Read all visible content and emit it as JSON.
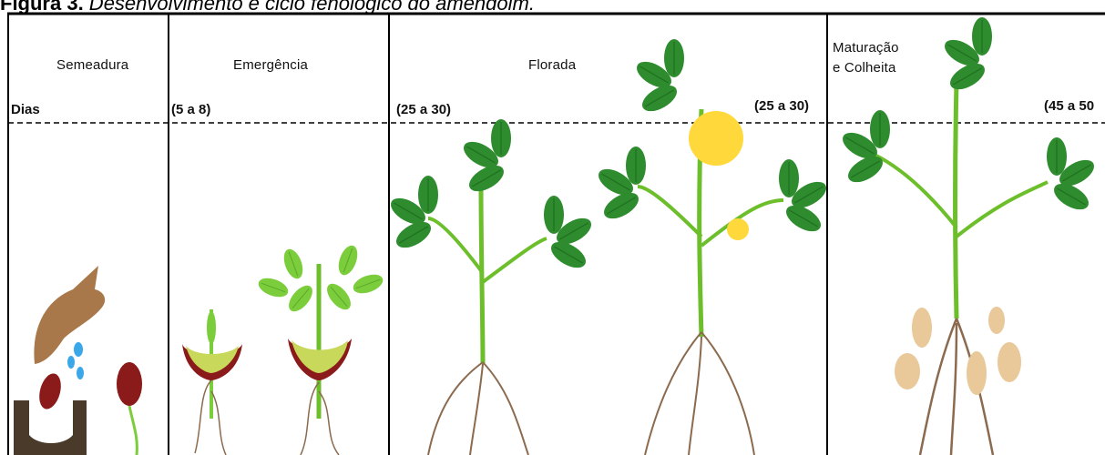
{
  "figure": {
    "label": "Figura 3.",
    "caption": " Desenvolvimento e ciclo fenológico do amendoim."
  },
  "days_label": "Dias",
  "stages": [
    {
      "name": "Semeadura",
      "days": ""
    },
    {
      "name": "Emergência",
      "days": "(5 a 8)"
    },
    {
      "name": "Florada",
      "days": "(25 a 30)",
      "days_2": "(25 a 30)"
    },
    {
      "name_line1": "Maturação",
      "name_line2": "e Colheita",
      "days": "(45 a 50"
    }
  ],
  "colors": {
    "leaf": "#2e8b2e",
    "leaf_dark": "#1f6f1f",
    "leaf_light": "#7ccd3c",
    "stem": "#6cbf2a",
    "root": "#8b6a4e",
    "flower": "#ffd93b",
    "seed": "#8b1a1a",
    "hand": "#a9784a",
    "soil": "#4a3a2a",
    "water": "#3aa7e8",
    "peanut": "#e9c89a"
  }
}
